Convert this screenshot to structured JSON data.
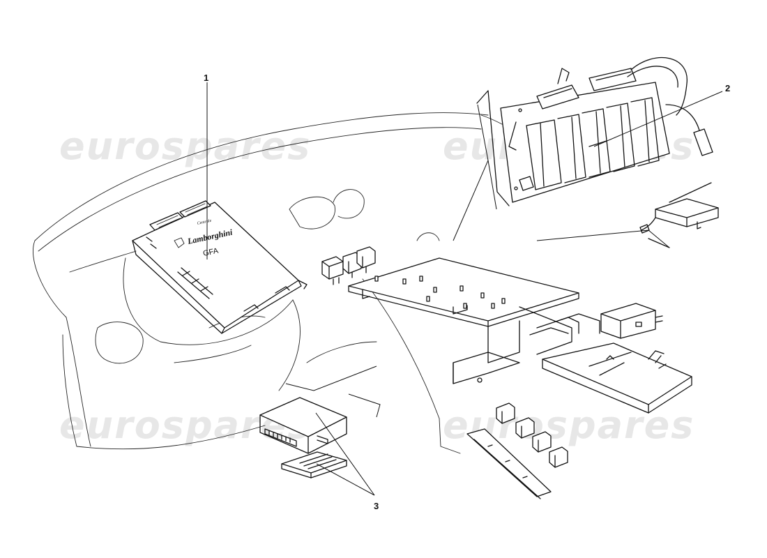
{
  "diagram": {
    "callouts": [
      {
        "id": "1",
        "label": "1"
      },
      {
        "id": "2",
        "label": "2"
      },
      {
        "id": "3",
        "label": "3"
      }
    ],
    "ecu_brand_small": "Centrale",
    "ecu_brand": "Lamborghini",
    "ecu_model": "GFA"
  },
  "watermark": {
    "text": "eurospares",
    "color": "#c9c9c9"
  }
}
